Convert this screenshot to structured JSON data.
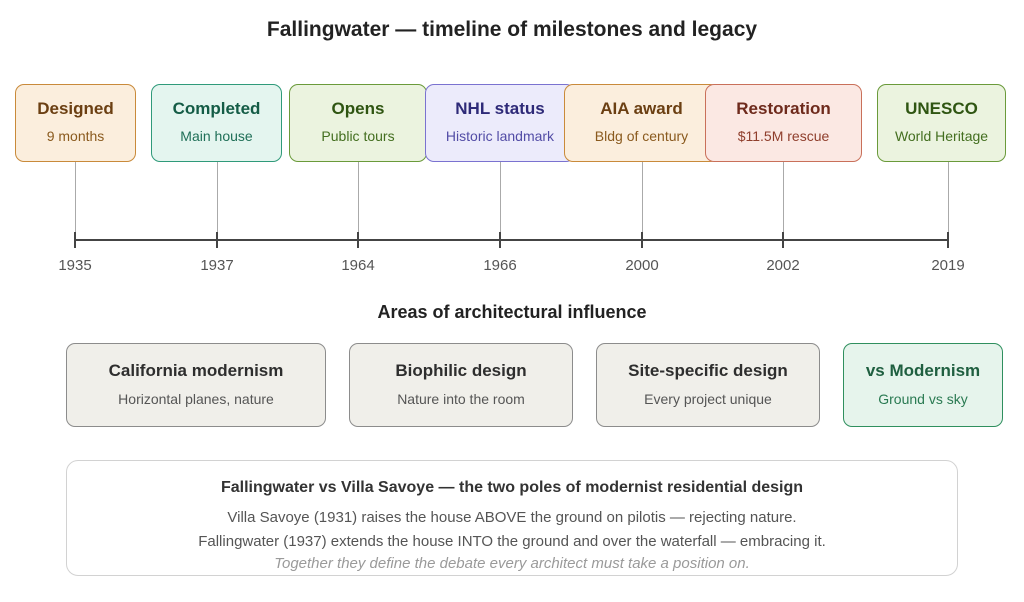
{
  "title": "Fallingwater — timeline of milestones and legacy",
  "timeline": {
    "events": [
      {
        "year": "1935",
        "title": "Designed",
        "subtitle": "9 months",
        "border": "#c98a3a",
        "fill": "#fbeedd",
        "title_color": "#6b3f12",
        "sub_color": "#8a5a1e"
      },
      {
        "year": "1937",
        "title": "Completed",
        "subtitle": "Main house",
        "border": "#2f9a7a",
        "fill": "#e4f5ef",
        "title_color": "#145c46",
        "sub_color": "#1f6f57"
      },
      {
        "year": "1964",
        "title": "Opens",
        "subtitle": "Public tours",
        "border": "#6a9a3a",
        "fill": "#ebf3df",
        "title_color": "#2f5512",
        "sub_color": "#436e1f"
      },
      {
        "year": "1966",
        "title": "NHL status",
        "subtitle": "Historic landmark",
        "border": "#7a72d0",
        "fill": "#ecebfb",
        "title_color": "#2e2a78",
        "sub_color": "#524ca6"
      },
      {
        "year": "2000",
        "title": "AIA award",
        "subtitle": "Bldg of century",
        "border": "#c98a3a",
        "fill": "#fbeedd",
        "title_color": "#6b3f12",
        "sub_color": "#8a5a1e"
      },
      {
        "year": "2002",
        "title": "Restoration",
        "subtitle": "$11.5M rescue",
        "border": "#c9705a",
        "fill": "#fbe8e3",
        "title_color": "#6e2a1c",
        "sub_color": "#8f3e2c"
      },
      {
        "year": "2019",
        "title": "UNESCO",
        "subtitle": "World Heritage",
        "border": "#6a9a3a",
        "fill": "#ebf3df",
        "title_color": "#2f5512",
        "sub_color": "#436e1f"
      }
    ]
  },
  "influence": {
    "heading": "Areas of architectural influence",
    "areas": [
      {
        "title": "California modernism",
        "subtitle": "Horizontal planes, nature"
      },
      {
        "title": "Biophilic design",
        "subtitle": "Nature into the room"
      },
      {
        "title": "Site-specific design",
        "subtitle": "Every project unique"
      },
      {
        "title": "vs Modernism",
        "subtitle": "Ground vs sky"
      }
    ]
  },
  "comparison": {
    "title": "Fallingwater vs Villa Savoye — the two poles of modernist residential design",
    "line1": "Villa Savoye (1931) raises the house ABOVE the ground on pilotis — rejecting nature.",
    "line2": "Fallingwater (1937) extends the house INTO the ground and over the waterfall — embracing it.",
    "note": "Together they define the debate every architect must take a position on."
  }
}
